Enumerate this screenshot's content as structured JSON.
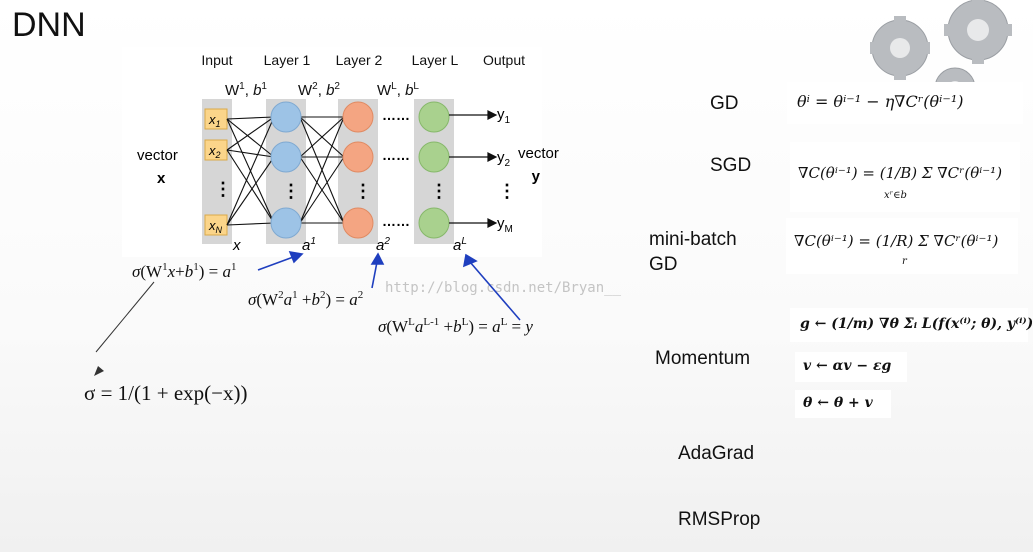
{
  "slide": {
    "title": "DNN"
  },
  "network": {
    "headers": [
      "Input",
      "Layer 1",
      "Layer 2",
      "Layer L",
      "Output"
    ],
    "weights": [
      "W",
      "b",
      "1",
      "2",
      "L"
    ],
    "inputs": [
      "x1",
      "x2",
      "xN"
    ],
    "input_subs": [
      "1",
      "2",
      "N"
    ],
    "outputs": [
      "y1",
      "y2",
      "yM"
    ],
    "output_subs": [
      "1",
      "2",
      "M"
    ],
    "left_label": [
      "vector",
      "x"
    ],
    "right_label": [
      "vector",
      "y"
    ],
    "dots": "……",
    "vdots": "⋮",
    "activations": [
      "x",
      "a1",
      "a2",
      "aL"
    ],
    "eq1": "σ(W¹x + b¹) = a¹",
    "eq2": "σ(W²a¹ + b²) = a²",
    "eq3": "σ(Wᴸaᴸ⁻¹ + bᴸ) = aᴸ = y",
    "watermark": "http://blog.csdn.net/Bryan__",
    "sigmoid": "σ = 1/(1 + exp(−x))"
  },
  "optimizers": [
    {
      "name": "GD",
      "formula": "θⁱ = θⁱ⁻¹ − η∇Cʳ(θⁱ⁻¹)"
    },
    {
      "name": "SGD",
      "formula": "∇C(θⁱ⁻¹) = (1/B) Σ ∇Cʳ(θⁱ⁻¹)",
      "sum_sub": "xʳ∈b"
    },
    {
      "name": "mini-batch GD",
      "formula": "∇C(θⁱ⁻¹) = (1/R) Σ ∇Cʳ(θⁱ⁻¹)",
      "sum_sub": "r"
    },
    {
      "name": "Momentum",
      "formula": [
        "g ← (1/m) ∇θ Σᵢ L(f(x⁽ⁱ⁾; θ), y⁽ⁱ⁾)",
        "v ← αv − εg",
        "θ ← θ + v"
      ]
    },
    {
      "name": "AdaGrad"
    },
    {
      "name": "RMSProp"
    }
  ],
  "colors": {
    "blue": "#9dc3e6",
    "orange": "#f4a582",
    "green": "#a9d18e",
    "input_box": "#fbd58a",
    "band": "#d6d6d6",
    "arrow": "#1f3fbf"
  }
}
